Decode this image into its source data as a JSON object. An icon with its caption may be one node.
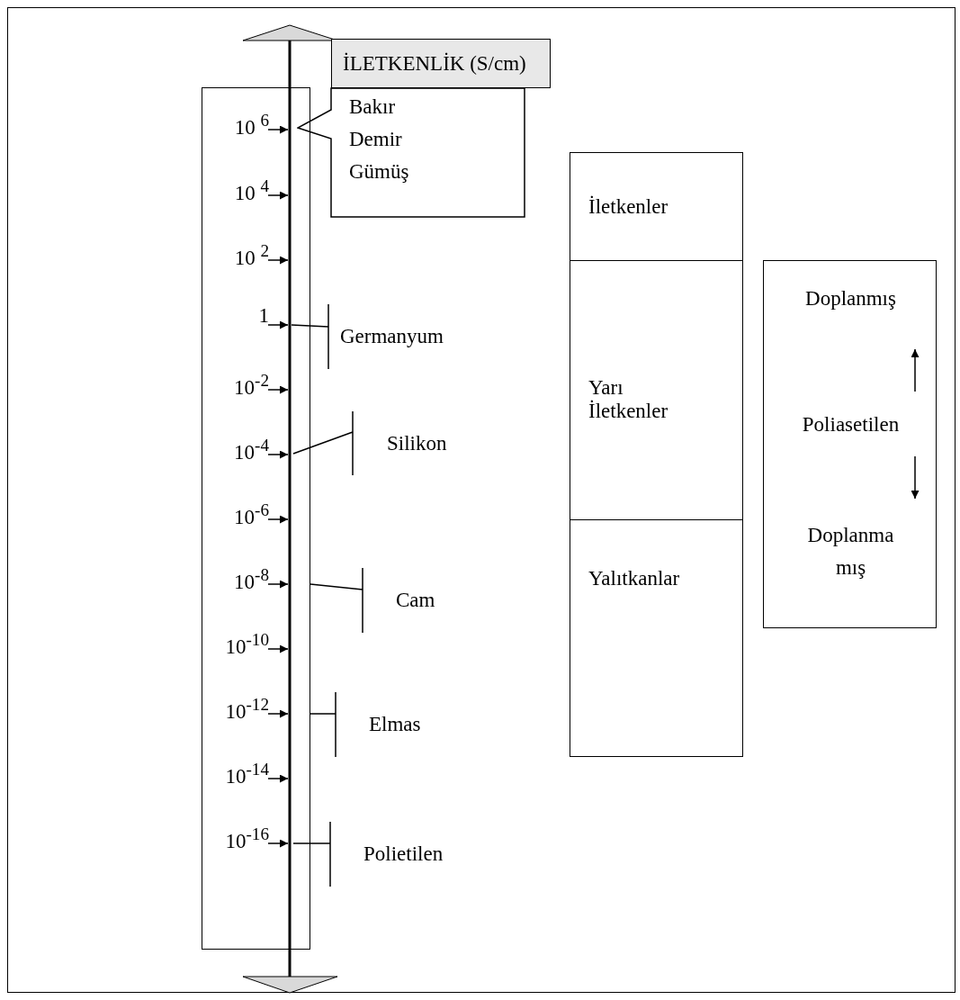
{
  "diagram": {
    "nodes": [
      {
        "text": [
          "İLETKENLİK (S/cm)"
        ]
      },
      {
        "text": [],
        "shape": "box"
      },
      {
        "text": [
          "10 $^{6}$"
        ],
        "in": 1
      },
      {
        "text": [
          "10 $^{4}$"
        ],
        "in": 1
      },
      {
        "text": [
          "10 $^{2}$"
        ],
        "in": 1
      },
      {
        "text": [
          "1"
        ],
        "in": 1
      },
      {
        "text": [
          "10$^{-2}$"
        ],
        "in": 1
      },
      {
        "text": [
          "10$^{-4}$"
        ],
        "in": 1
      },
      {
        "text": [
          "10$^{-6}$"
        ],
        "in": 1
      },
      {
        "text": [
          "10$^{-8}$"
        ],
        "in": 1
      },
      {
        "text": [
          "10$^{-10}$"
        ],
        "in": 1
      },
      {
        "text": [
          "10$^{-12}$"
        ],
        "in": 1
      },
      {
        "text": [
          "10$^{-14}$"
        ],
        "in": 1
      },
      {
        "text": [
          "10$^{-16}$"
        ],
        "in": 1
      },
      {
        "text": [
          "Bakır Demir Gümüş"
        ]
      },
      {
        "text": [
          "Germanyum"
        ]
      },
      {
        "text": [
          "Silikon"
        ]
      },
      {
        "text": [
          "Cam"
        ]
      },
      {
        "text": [
          "Elmas"
        ]
      },
      {
        "text": [
          "Polietilen"
        ]
      },
      {
        "text": [
          "İletkenler"
        ]
      },
      {
        "text": [
          "Yarı İletkenler"
        ]
      },
      {
        "text": [
          "Yalıtkanlar"
        ]
      },
      {
        "text": [],
        "shape": "box"
      },
      {
        "text": [
          "Doplanmış"
        ],
        "in": 23
      },
      {
        "text": [
          "Poliasetilen"
        ],
        "in": 23
      },
      {
        "text": [
          "Doplanma mış"
        ],
        "in": 23
      }
    ],
    "edges": [
      {
        "from": 2,
        "to": null,
        "arrow": "to"
      },
      {
        "from": 3,
        "to": null,
        "arrow": "to"
      },
      {
        "from": 4,
        "to": null,
        "arrow": "to"
      },
      {
        "from": 5,
        "to": null,
        "arrow": "to"
      },
      {
        "from": 6,
        "to": null,
        "arrow": "to"
      },
      {
        "from": 7,
        "to": null,
        "arrow": "to"
      },
      {
        "from": 8,
        "to": null,
        "arrow": "to"
      },
      {
        "from": 9,
        "to": null,
        "arrow": "to"
      },
      {
        "from": 10,
        "to": null,
        "arrow": "to"
      },
      {
        "from": 11,
        "to": null,
        "arrow": "to"
      },
      {
        "from": 12,
        "to": null,
        "arrow": "to"
      },
      {
        "from": 13,
        "to": null,
        "arrow": "to"
      },
      {
        "from": 15,
        "to": null,
        "arrow": "none"
      },
      {
        "from": 16,
        "to": null,
        "arrow": "none"
      },
      {
        "from": 17,
        "to": 1,
        "arrow": "none"
      },
      {
        "from": 18,
        "to": 1,
        "arrow": "none"
      },
      {
        "from": 19,
        "to": null,
        "arrow": "none"
      },
      {
        "from": 25,
        "to": 24,
        "arrow": "to"
      },
      {
        "from": 25,
        "to": 26,
        "arrow": "to"
      }
    ]
  }
}
